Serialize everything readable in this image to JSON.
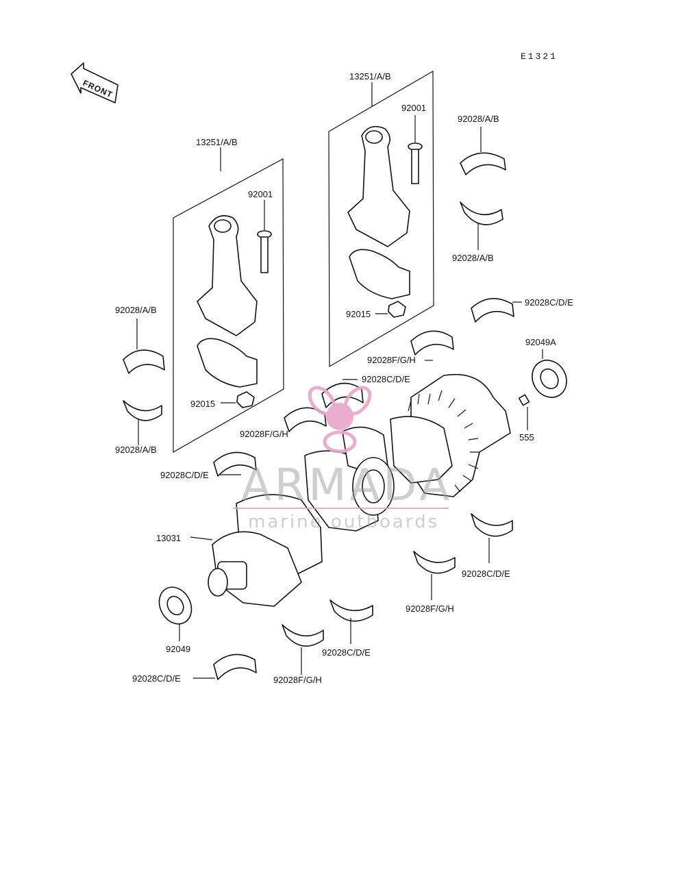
{
  "diagram": {
    "code": "E1321",
    "front": "FRONT",
    "watermark": {
      "name": "ARMADA",
      "tagline": "marine outboards",
      "color": "#e8a5c8"
    },
    "labels": {
      "conrod_left": "13251/A/B",
      "conrod_right": "13251/A/B",
      "bolt_left": "92001",
      "bolt_right": "92001",
      "nut_left": "92015",
      "nut_right": "92015",
      "bearing_ab_left_upper": "92028/A/B",
      "bearing_ab_left_lower": "92028/A/B",
      "bearing_ab_right_upper": "92028/A/B",
      "bearing_ab_right_lower": "92028/A/B",
      "bearing_cde_right_top": "92028C/D/E",
      "oil_seal_right": "92049A",
      "pin": "555",
      "bearing_fgh_center_top": "92028F/G/H",
      "bearing_cde_center_top": "92028C/D/E",
      "bearing_fgh_left_mid": "92028F/G/H",
      "bearing_cde_left_mid": "92028C/D/E",
      "crankshaft": "13031",
      "oil_seal_left": "92049",
      "bearing_cde_bottom_left": "92028C/D/E",
      "bearing_fgh_bottom": "92028F/G/H",
      "bearing_cde_bottom_center": "92028C/D/E",
      "bearing_fgh_bottom_right": "92028F/G/H",
      "bearing_cde_bottom_right": "92028C/D/E"
    }
  }
}
